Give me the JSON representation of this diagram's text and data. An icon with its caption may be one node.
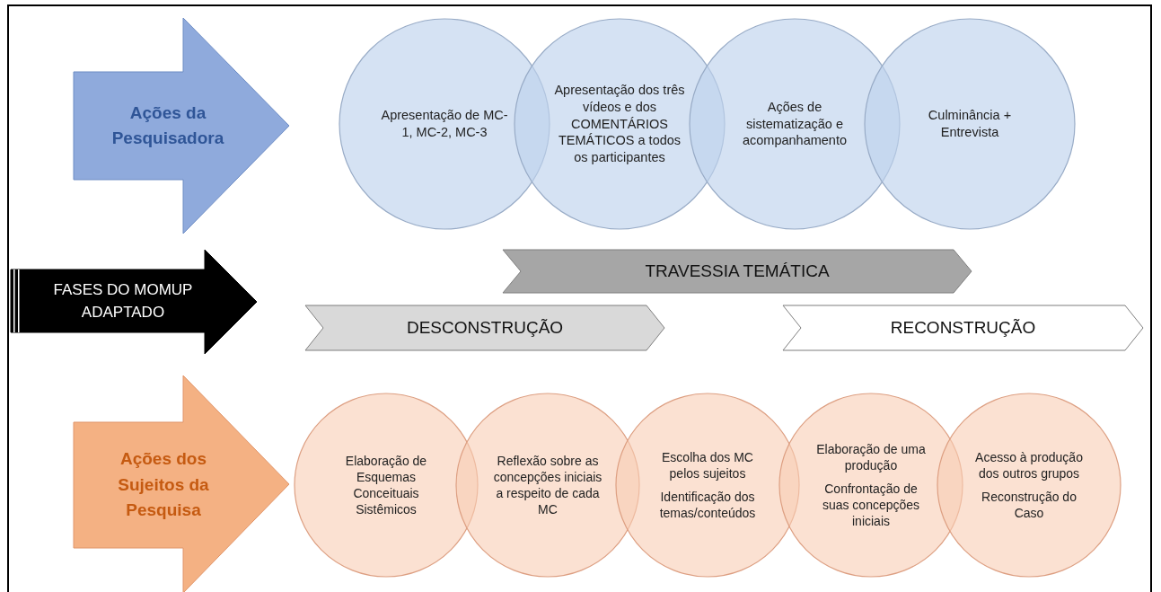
{
  "diagram": {
    "nodes": [
      {
        "text": [
          "Ações da Pesquisadora"
        ]
      },
      {
        "text": [
          "Apresentação de MC-1, MC-2, MC-3"
        ]
      },
      {
        "text": [
          "Apresentação dos três vídeos e dos COMENTÁRIOS TEMÁTICOS a todos os participantes"
        ]
      },
      {
        "text": [
          "Ações de sistematização e acompanhamento"
        ]
      },
      {
        "text": [
          "Culminância + Entrevista"
        ]
      },
      {
        "text": [
          "FASES DO MOMUP ADAPTADO"
        ]
      },
      {
        "text": [
          "TRAVESSIA TEMÁTICA"
        ]
      },
      {
        "text": [
          "DESCONSTRUÇÃO"
        ]
      },
      {
        "text": [
          "RECONSTRUÇÃO"
        ]
      },
      {
        "text": [
          "Ações dos Sujeitos da Pesquisa"
        ]
      },
      {
        "text": [
          "Elaboração de Esquemas Conceituais Sistêmicos"
        ]
      },
      {
        "text": [
          "Reflexão sobre as concepções iniciais a respeito de cada MC"
        ]
      },
      {
        "text": [
          "Escolha dos MC pelos sujeitos",
          "Identificação dos temas/conteúdos"
        ]
      },
      {
        "text": [
          "Elaboração de uma produção",
          "Confrontação de suas concepções iniciais"
        ]
      },
      {
        "text": [
          "Acesso à produção dos outros grupos",
          "Reconstrução do Caso"
        ]
      }
    ]
  }
}
